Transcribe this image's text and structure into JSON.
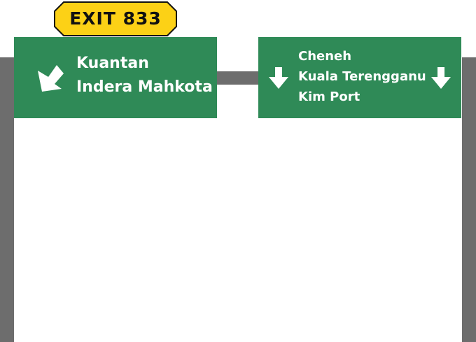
{
  "exit_plate": {
    "label": "EXIT 833",
    "color": "#fcd116"
  },
  "left_sign": {
    "arrow": "arrow-down-left-icon",
    "destinations": [
      "Kuantan",
      "Indera Mahkota"
    ]
  },
  "right_sign": {
    "arrows": [
      "arrow-down-icon",
      "arrow-down-icon"
    ],
    "destinations": [
      "Cheneh",
      "Kuala Terengganu",
      "Kim Port"
    ]
  },
  "colors": {
    "sign_green": "#2f8a57",
    "post_gray": "#6d6d6d"
  }
}
